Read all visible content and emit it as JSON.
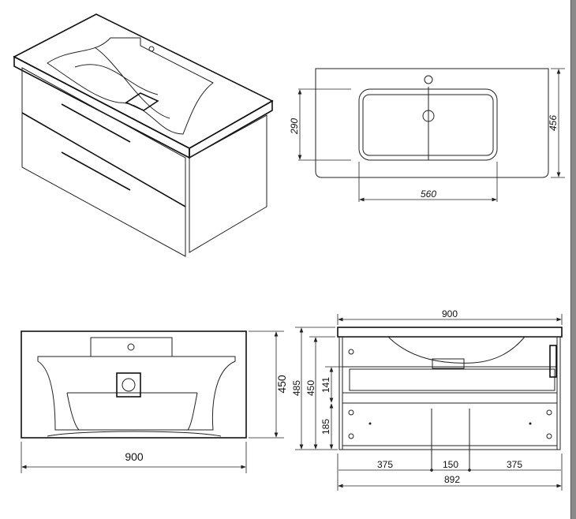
{
  "top_view": {
    "width_dim": "560",
    "basin_depth_dim": "290",
    "depth_dim": "456"
  },
  "front_view": {
    "height_dim": "450",
    "width_dim": "900"
  },
  "side_view": {
    "top_width_dim": "900",
    "total_height_dim": "485",
    "cabinet_height_dim": "450",
    "upper_drawer_dim": "141",
    "lower_drawer_dim": "185",
    "left_dim": "375",
    "center_dim": "150",
    "right_dim": "375",
    "cabinet_width_dim": "892"
  }
}
